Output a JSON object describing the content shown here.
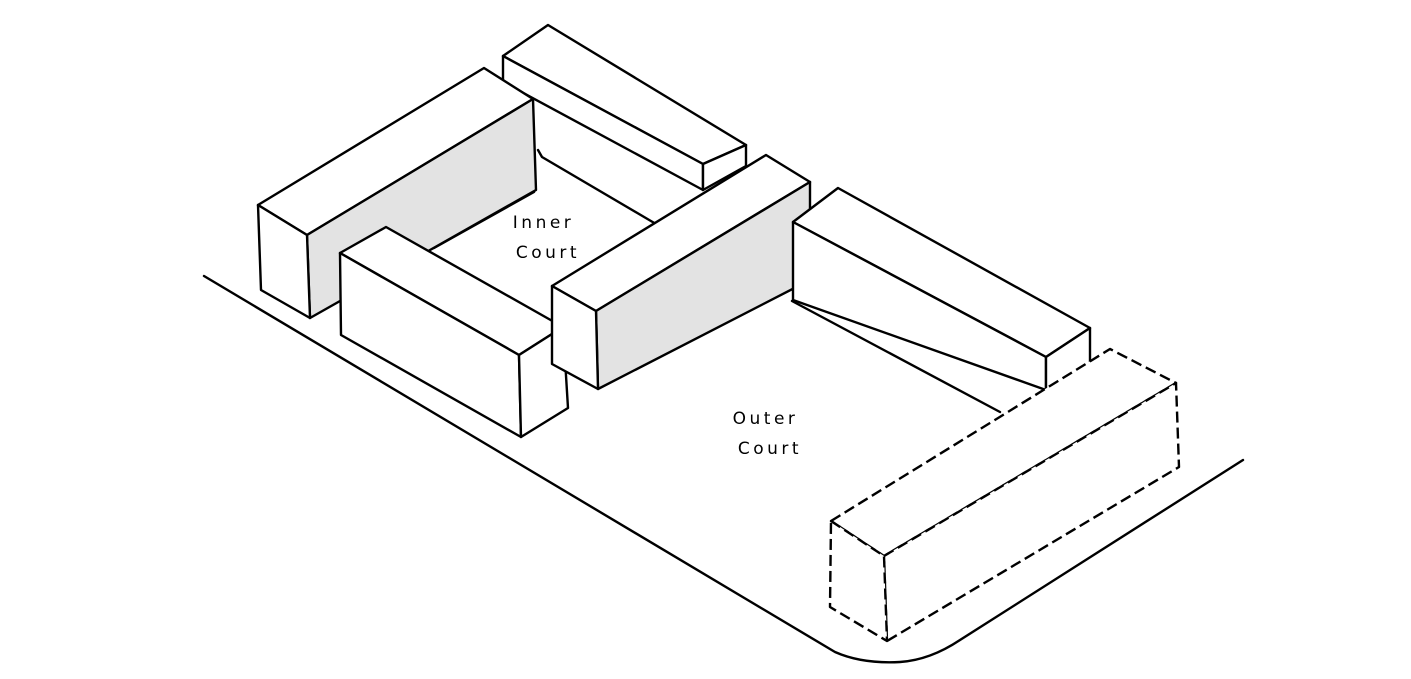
{
  "labels": {
    "inner_court": [
      "Inner",
      "Court"
    ],
    "outer_court": [
      "Outer",
      "Court"
    ]
  },
  "colors": {
    "line": "#000000",
    "background": "#ffffff",
    "block_fill": "#ffffff",
    "shaded_face": "#e3e3e3"
  },
  "blocks": [
    {
      "id": "block-back",
      "style": "solid"
    },
    {
      "id": "block-left",
      "style": "solid",
      "shaded": "front"
    },
    {
      "id": "block-front-left",
      "style": "solid"
    },
    {
      "id": "block-center",
      "style": "solid",
      "shaded": "front"
    },
    {
      "id": "block-right",
      "style": "solid"
    },
    {
      "id": "block-proposed",
      "style": "dashed"
    }
  ]
}
